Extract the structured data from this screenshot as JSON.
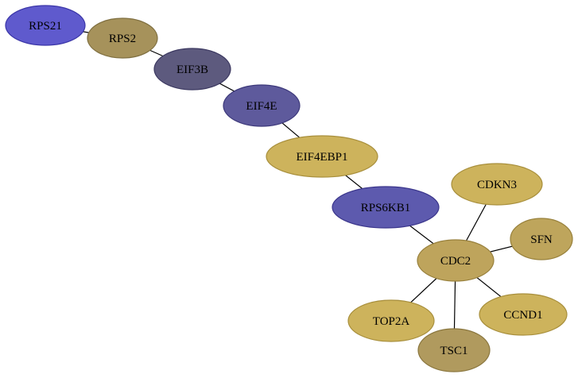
{
  "nodes": [
    {
      "id": "RPS21",
      "label": "RPS21",
      "fill": "#5f5acd",
      "stroke": "#3b36a8"
    },
    {
      "id": "RPS2",
      "label": "RPS2",
      "fill": "#a6925b",
      "stroke": "#7f6f40"
    },
    {
      "id": "EIF3B",
      "label": "EIF3B",
      "fill": "#5d5a7e",
      "stroke": "#3b3860"
    },
    {
      "id": "EIF4E",
      "label": "EIF4E",
      "fill": "#5e5a9c",
      "stroke": "#3c387a"
    },
    {
      "id": "EIF4EBP1",
      "label": "EIF4EBP1",
      "fill": "#cdb35c",
      "stroke": "#a88f3c"
    },
    {
      "id": "RPS6KB1",
      "label": "RPS6KB1",
      "fill": "#5d5aae",
      "stroke": "#3b368c"
    },
    {
      "id": "CDKN3",
      "label": "CDKN3",
      "fill": "#cdb35c",
      "stroke": "#a88f3c"
    },
    {
      "id": "SFN",
      "label": "SFN",
      "fill": "#bea55c",
      "stroke": "#98813c"
    },
    {
      "id": "CDC2",
      "label": "CDC2",
      "fill": "#bea45c",
      "stroke": "#98803c"
    },
    {
      "id": "TOP2A",
      "label": "TOP2A",
      "fill": "#cdb35c",
      "stroke": "#a88f3c"
    },
    {
      "id": "CCND1",
      "label": "CCND1",
      "fill": "#cdb35c",
      "stroke": "#a88f3c"
    },
    {
      "id": "TSC1",
      "label": "TSC1",
      "fill": "#b09a5e",
      "stroke": "#8a763e"
    }
  ],
  "edges": [
    {
      "source": "RPS21",
      "target": "RPS2"
    },
    {
      "source": "RPS2",
      "target": "EIF3B"
    },
    {
      "source": "EIF3B",
      "target": "EIF4E"
    },
    {
      "source": "EIF4E",
      "target": "EIF4EBP1"
    },
    {
      "source": "EIF4EBP1",
      "target": "RPS6KB1"
    },
    {
      "source": "RPS6KB1",
      "target": "CDC2"
    },
    {
      "source": "CDKN3",
      "target": "CDC2"
    },
    {
      "source": "SFN",
      "target": "CDC2"
    },
    {
      "source": "CDC2",
      "target": "TOP2A"
    },
    {
      "source": "CDC2",
      "target": "CCND1"
    },
    {
      "source": "CDC2",
      "target": "TSC1"
    }
  ]
}
